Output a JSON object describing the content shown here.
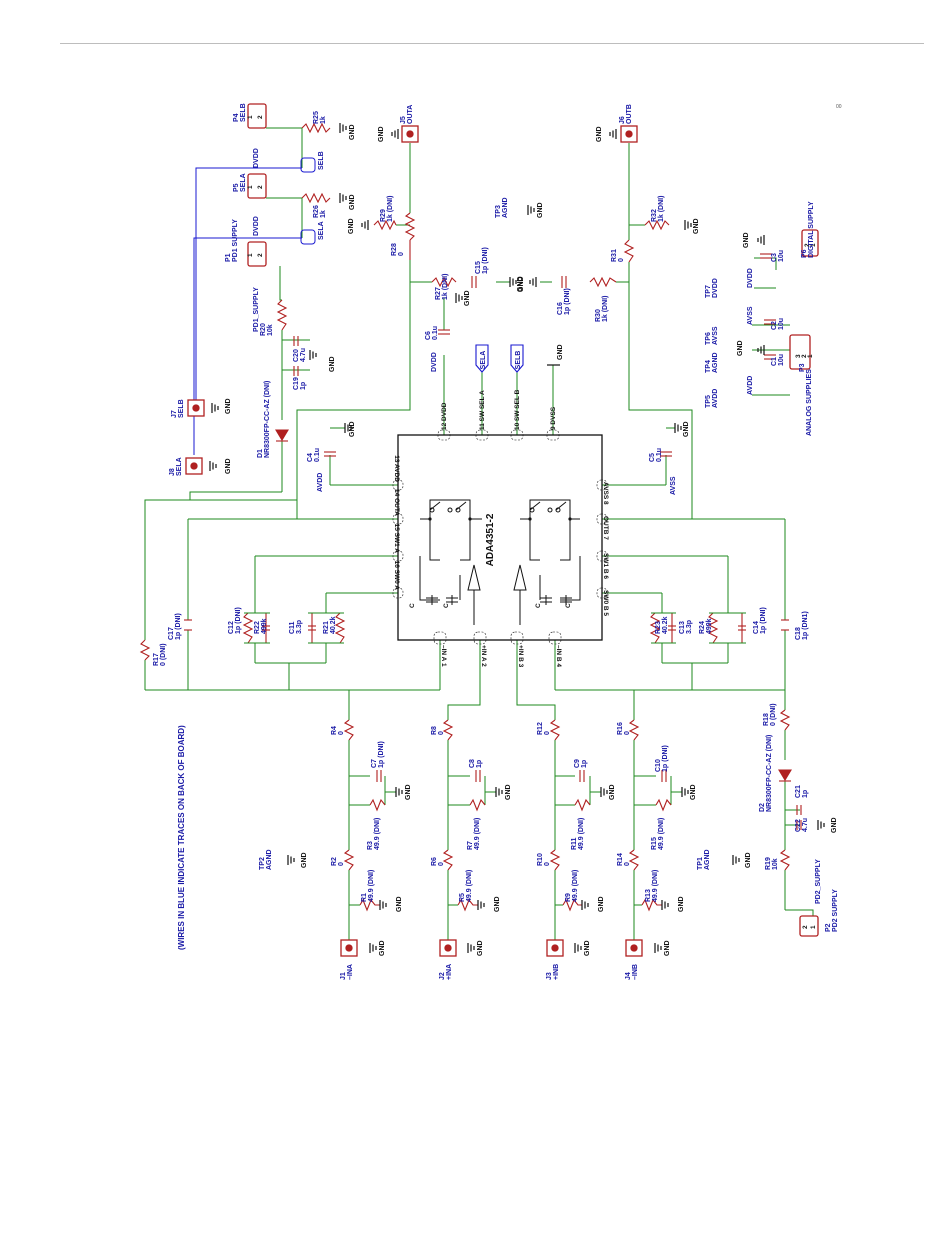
{
  "corner_mark": "00",
  "note": "(WIRES IN BLUE INDICATE TRACES ON BACK OF BOARD)",
  "chip": {
    "name": "ADA4351-2"
  },
  "pins": [
    "12 DVDD",
    "11 SW SEL A",
    "10 SW SEL B",
    "9 DVSS",
    "13 AVDD",
    "14 OUTA",
    "15 SW1 A",
    "16 SW0 A",
    "AVSS 8",
    "OUTB 7",
    "SW1 B 6",
    "SW0 B 5",
    "–IN A 1",
    "+IN A 2",
    "+IN B 3",
    "–IN B 4"
  ],
  "connectors": {
    "j5": [
      "J5",
      "OUTA"
    ],
    "j6": [
      "J6",
      "OUTB"
    ],
    "j7": [
      "J7",
      "SELB"
    ],
    "j8": [
      "J8",
      "SELA"
    ],
    "j1": [
      "J1",
      "–INA"
    ],
    "j2": [
      "J2",
      "+INA"
    ],
    "j3": [
      "J3",
      "+INB"
    ],
    "j4": [
      "J4",
      "–INB"
    ],
    "p4": [
      "P4",
      "SELB"
    ],
    "p5": [
      "P5",
      "SELA"
    ],
    "p1": [
      "P1",
      "PD1 SUPPLY"
    ],
    "p6": [
      "P6",
      "DIGITAL SUPPLY"
    ],
    "p3": [
      "P3",
      "ANALOG SUPPLIES"
    ],
    "p2": [
      "P2",
      "PD2 SUPPLY"
    ]
  },
  "testpoints": {
    "tp3": [
      "TP3",
      "AGND"
    ],
    "tp7": [
      "TP7",
      "DVDD"
    ],
    "tp6": [
      "TP6",
      "AVSS"
    ],
    "tp4": [
      "TP4",
      "AGND"
    ],
    "tp5": [
      "TP5",
      "AVDD"
    ],
    "tp2": [
      "TP2",
      "AGND"
    ],
    "tp1": [
      "TP1",
      "AGND"
    ]
  },
  "components": {
    "r25": [
      "R25",
      "1k"
    ],
    "r26": [
      "R26",
      "1k"
    ],
    "r29": [
      "R29",
      "1k (DNI)"
    ],
    "r28": [
      "R28",
      "0"
    ],
    "r27": [
      "R27",
      "1k (DNI)"
    ],
    "c15": [
      "C15",
      "1p (DNI)"
    ],
    "c6": [
      "C6",
      "0.1u"
    ],
    "r31": [
      "R31",
      "0"
    ],
    "r32": [
      "R32",
      "1k (DNI)"
    ],
    "r30": [
      "R30",
      "1k (DNI)"
    ],
    "c16": [
      "C16",
      "1p (DNI)"
    ],
    "r20": [
      "R20",
      "10k"
    ],
    "c20": [
      "C20",
      "4.7u"
    ],
    "c19": [
      "C19",
      "1p"
    ],
    "d1": [
      "D1",
      "NR8300FP-CC-AZ (DNI)"
    ],
    "c4": [
      "C4",
      "0.1u"
    ],
    "c5": [
      "C5",
      "0.1u"
    ],
    "c3": [
      "C3",
      "10u"
    ],
    "c2": [
      "C2",
      "10u"
    ],
    "c1": [
      "C1",
      "10u"
    ],
    "c12": [
      "C12",
      "1p (DNI)"
    ],
    "r22": [
      "R22",
      "499k"
    ],
    "c11": [
      "C11",
      "3.3p"
    ],
    "r21": [
      "R21",
      "40.2k"
    ],
    "c17": [
      "C17",
      "1p (DNI)"
    ],
    "r17": [
      "R17",
      "0 (DNI)"
    ],
    "r23": [
      "R23",
      "40.2k"
    ],
    "c13": [
      "C13",
      "3.3p"
    ],
    "r24": [
      "R24",
      "499k"
    ],
    "c14": [
      "C14",
      "1p (DNI)"
    ],
    "c18": [
      "C18",
      "1p (DN1)"
    ],
    "r4": [
      "R4",
      "0"
    ],
    "c7": [
      "C7",
      "1p (DNI)"
    ],
    "r3": [
      "R3",
      "49.9 (DNI)"
    ],
    "r2": [
      "R2",
      "0"
    ],
    "r1": [
      "R1",
      "49.9 (DNI)"
    ],
    "r8": [
      "R8",
      "0"
    ],
    "c8": [
      "C8",
      "1p"
    ],
    "r7": [
      "R7",
      "49.9 (DNI)"
    ],
    "r6": [
      "R6",
      "0"
    ],
    "r5": [
      "R5",
      "49.9 (DNI)"
    ],
    "r12": [
      "R12",
      "0"
    ],
    "c9": [
      "C9",
      "1p"
    ],
    "r11": [
      "R11",
      "49.9 (DNI)"
    ],
    "r10": [
      "R10",
      "0"
    ],
    "r9": [
      "R9",
      "49.9 (DNI)"
    ],
    "r16": [
      "R16",
      "0"
    ],
    "c10": [
      "C10",
      "1p (DNI)"
    ],
    "r15": [
      "R15",
      "49.9 (DNI)"
    ],
    "r14": [
      "R14",
      "0"
    ],
    "r13": [
      "R13",
      "49.9 (DNI)"
    ],
    "r18": [
      "R18",
      "0 (DNI)"
    ],
    "d2": [
      "D2",
      "NR8300FP-CC-AZ (DNI)"
    ],
    "c21": [
      "C21",
      "1p"
    ],
    "c22": [
      "C22",
      "4.7u"
    ],
    "r19": [
      "R19",
      "10k"
    ]
  },
  "nets": {
    "gnd": "GND",
    "dvdd": "DVDD",
    "avdd": "AVDD",
    "avss": "AVSS",
    "agnd": "AGND",
    "sela": "SELA",
    "selb": "SELB",
    "pd1": "PD1_SUPPLY",
    "pd2": "PD2_SUPPLY",
    "cc": "C",
    "pin1": "1",
    "pin2": "2",
    "pin3": "3"
  },
  "colors": {
    "wire_top": "#1e8a1e",
    "wire_back": "#1a1ad0",
    "component": "#b02020",
    "label": "#1a1aa6",
    "chip": "#111111"
  }
}
